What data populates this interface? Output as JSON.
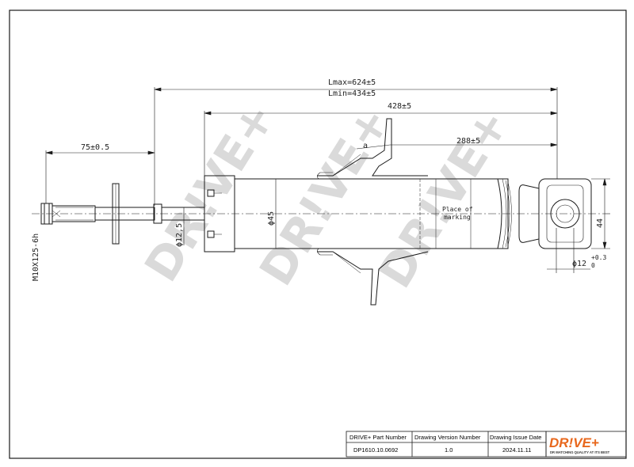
{
  "drawing": {
    "dimensions": {
      "lmax": "Lmax=624±5",
      "lmin": "Lmin=434±5",
      "body_length": "428±5",
      "mount_offset": "288±5",
      "rod_end": "75±0.5",
      "thread": "M10X125-6h",
      "rod_diameter": "ϕ12,5",
      "body_diameter": "ϕ45",
      "eye_width": "44",
      "eye_bore": "ϕ12",
      "eye_tol_upper": "+0.3",
      "eye_tol_lower": "0",
      "angle_label": "a"
    },
    "marking_label_line1": "Place of",
    "marking_label_line2": "marking",
    "watermark": "DR!VE+"
  },
  "title_block": {
    "headers": [
      "DRIVE+ Part Number",
      "Drawing Version Number",
      "Drawing Issue Date"
    ],
    "values": [
      "DP1610.10.0692",
      "1.0",
      "2024.11.11"
    ],
    "logo_text": "DR!VE+",
    "logo_tagline": "DR MATCHING QUALITY AT ITS BEST"
  },
  "colors": {
    "line": "#1a1a1a",
    "watermark": "#bdbdbd",
    "logo": "#e8671c"
  }
}
